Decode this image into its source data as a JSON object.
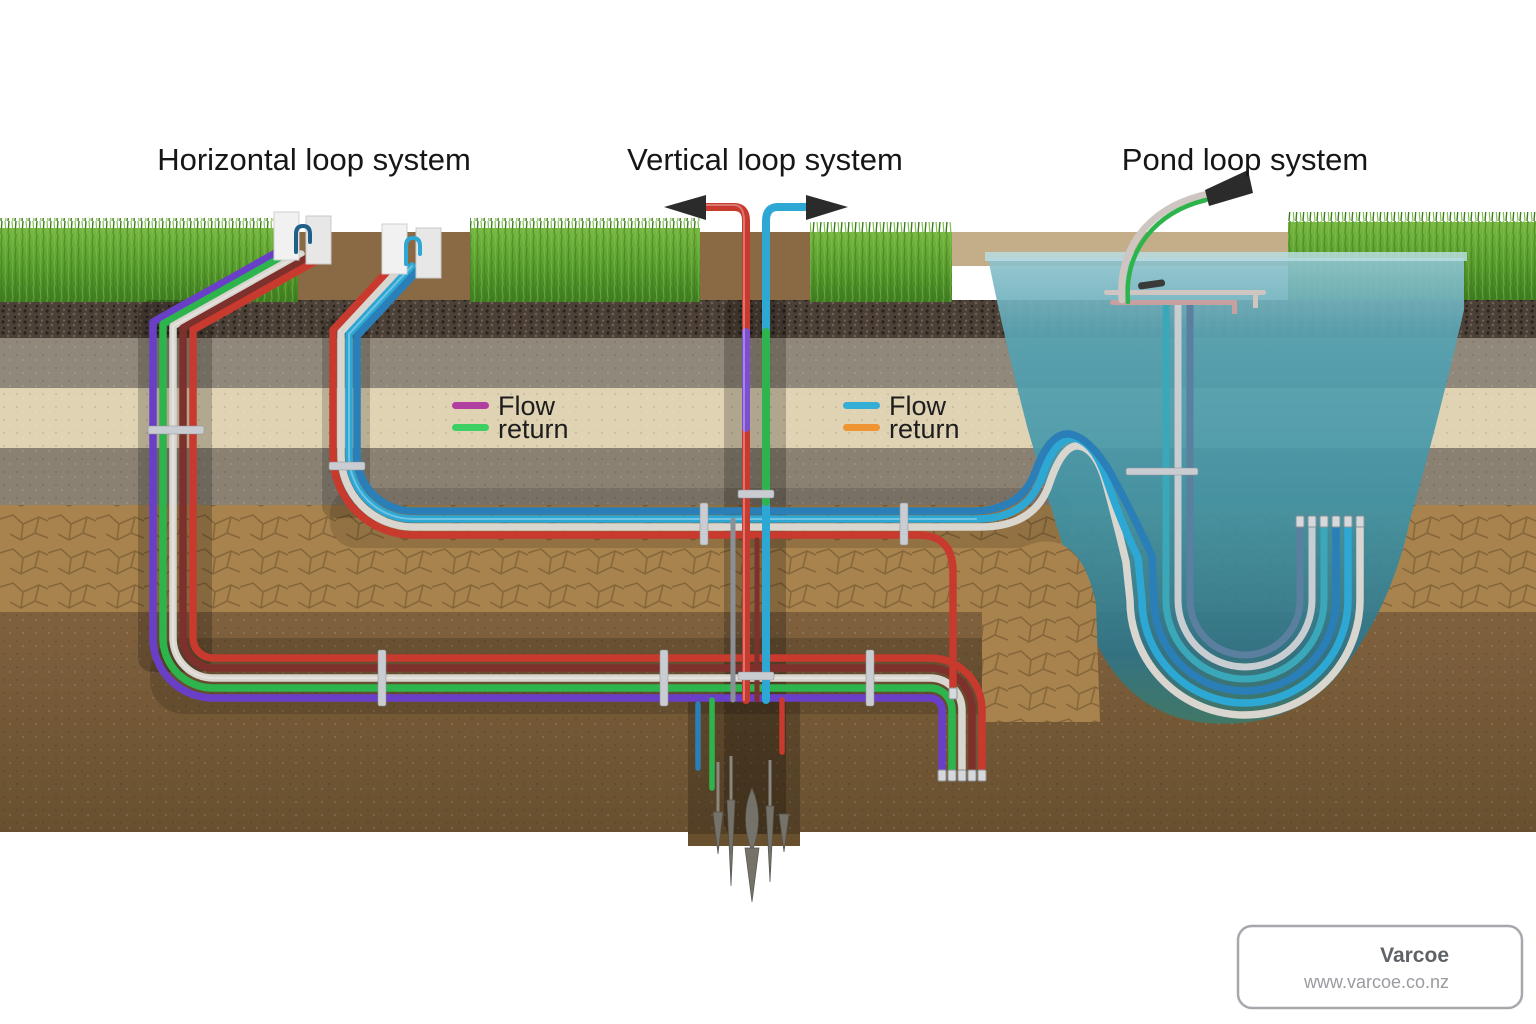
{
  "titles": {
    "horizontal": "Horizontal loop system",
    "vertical": "Vertical loop system",
    "pond": "Pond loop system"
  },
  "legend_horizontal": {
    "flow_label": "Flow",
    "flow_color": "#b13fa1",
    "return_label": "return",
    "return_color": "#3ecf63"
  },
  "legend_vertical": {
    "flow_label": "Flow",
    "flow_color": "#35aed6",
    "return_label": "return",
    "return_color": "#ef9433"
  },
  "branding": {
    "company": "Varcoe",
    "website": "www.varcoe.co.nz"
  },
  "icons": {
    "left_nozzle": "flow-arrow-nozzle pointing left",
    "right_nozzle": "flow-arrow-nozzle pointing right",
    "pond_nozzle": "flow-arrow-nozzle pointing up-right"
  },
  "scene": {
    "pipe_colors": {
      "purple": "#6a3fc8",
      "green": "#2eb44d",
      "silver": "#d9d5cf",
      "maroon": "#7e312c",
      "red": "#c8392e",
      "cyan": "#2da7d4",
      "blue": "#2a7fb8",
      "teal": "#3aa8b8",
      "steel": "#5b7f9e"
    },
    "terrain_colors": {
      "grass": "#579a2d",
      "topsoil_gravel": "#4c4138",
      "gray_rock": "#90887a",
      "sandstone": "#dfd3b3",
      "gray_rock_lower": "#8a8173",
      "clay_cracked": "#a8834e",
      "deep_soil": "#7c5e3c",
      "pond_water": "#3f92a4"
    }
  }
}
